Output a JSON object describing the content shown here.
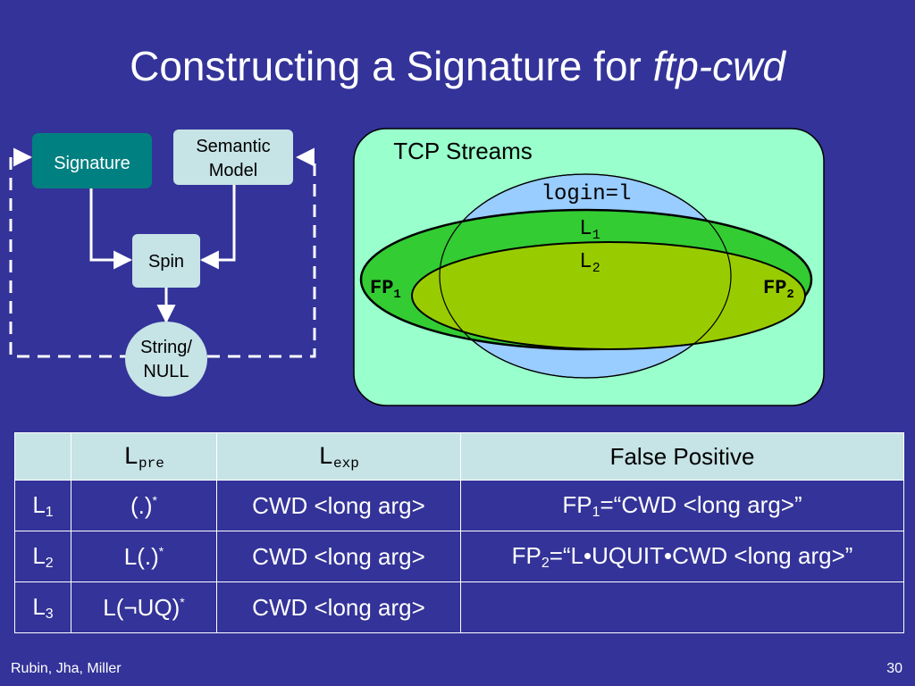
{
  "slide": {
    "title_main": "Constructing a Signature for ",
    "title_emph": "ftp-cwd",
    "footer_authors": "Rubin, Jha, Miller",
    "page_number": "30"
  },
  "flow": {
    "signature": "Signature",
    "semantic_line1": "Semantic",
    "semantic_line2": "Model",
    "spin": "Spin",
    "output_line1": "String/",
    "output_line2": "NULL"
  },
  "venn": {
    "box_title": "TCP Streams",
    "login_label": "login=l",
    "l1_base": "L",
    "l1_sub": "1",
    "l2_base": "L",
    "l2_sub": "2",
    "fp1_base": "FP",
    "fp1_sub": "1",
    "fp2_base": "FP",
    "fp2_sub": "2"
  },
  "table": {
    "headers": {
      "col1_base": "L",
      "col1_sub": "pre",
      "col2_base": "L",
      "col2_sub": "exp",
      "col3": "False Positive"
    },
    "rows": [
      {
        "label_base": "L",
        "label_sub": "1",
        "pre_text": "(.)",
        "pre_sup": "*",
        "exp": "CWD <long arg>",
        "fp_base": "FP",
        "fp_sub": "1",
        "fp_rest": "=“CWD <long arg>”"
      },
      {
        "label_base": "L",
        "label_sub": "2",
        "pre_text": "L(.)",
        "pre_sup": "*",
        "exp": "CWD <long arg>",
        "fp_base": "FP",
        "fp_sub": "2",
        "fp_rest": "=“L•UQUIT•CWD <long arg>”"
      },
      {
        "label_base": "L",
        "label_sub": "3",
        "pre_text": "L(¬UQ)",
        "pre_sup": "*",
        "exp": "CWD <long arg>",
        "fp_base": "",
        "fp_sub": "",
        "fp_rest": ""
      }
    ]
  },
  "colors": {
    "background": "#333399",
    "signature_box": "#008080",
    "light_box": "#c6e3e6",
    "streams_box": "#99ffcc",
    "login_ellipse": "#99ccff",
    "fp1_ellipse": "#33cc33",
    "fp2_ellipse": "#99cc00"
  }
}
